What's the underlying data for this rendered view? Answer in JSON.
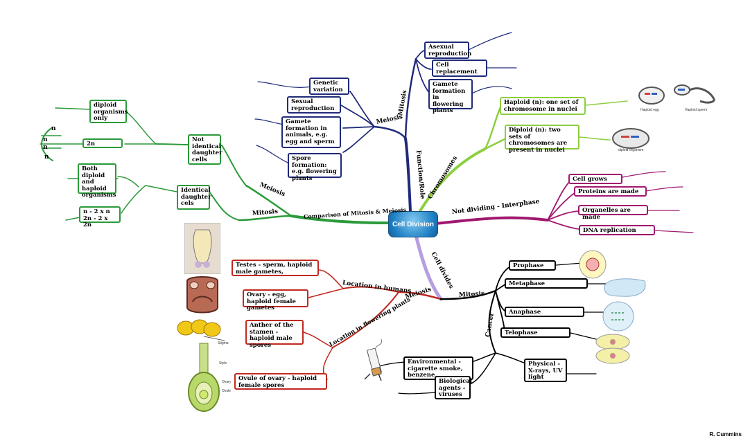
{
  "center": "Cell Division",
  "branches": {
    "comparison": "Comparison of Mitosis & Meiosis",
    "meiosis_left": "Meiosis",
    "mitosis_left": "Mitosis",
    "meiosis_top": "Meiosis",
    "function_role": "Function/Role",
    "mitosis_top": "Mitosis",
    "chromosomes": "Chromosomes",
    "not_dividing": "Not dividing - Interphase",
    "cell_divides": "Cell divides",
    "meiosis_bottom": "Meiosis",
    "location_humans": "Location in humans",
    "location_plants": "Location in flowering plants",
    "mitosis_bottom": "Mitosis",
    "cancer": "Cancer"
  },
  "boxes": {
    "diploid_only": "diploid organisms only",
    "two_n": "2n",
    "not_identical": "Not identical daughter cells",
    "both_diploid_haploid": "Both diploid and haploid organisms",
    "n_formula": "n - 2 x n\n2n - 2 x 2n",
    "identical": "Identical daughter cels",
    "genetic_variation": "Genetic variation",
    "sexual_reproduction": "Sexual reproduction",
    "gamete_formation_animals": "Gamete formation in animals, e.g. egg and sperm",
    "spore_formation": "Spore formation: e.g. flowering plants",
    "asexual_reproduction": "Asexual reproduction",
    "cell_replacement": "Cell replacement",
    "gamete_formation_plants": "Gamete formation in flowering plants",
    "haploid": "Haploid (n): one set of chromosome in nuclei",
    "diploid": "Diploid (n): two sets of chromosomes are present in nuclei",
    "cell_grows": "Cell grows",
    "proteins_made": "Proteins are made",
    "organelles_made": "Organelles are made",
    "dna_replication": "DNA replication",
    "testes": "Testes - sperm, haploid male gametes,",
    "ovary_egg": "Ovary - egg, haploid female gametes",
    "anther": "Anther of the stamen - haploid male spores",
    "ovule": "Ovule of ovary - haploid female spores",
    "prophase": "Prophase",
    "metaphase": "Metaphase",
    "anaphase": "Anaphase",
    "telophase": "Telophase",
    "environmental": "Environmental - cigarette smoke, benzene",
    "biological": "Biological agents - viruses",
    "physical": "Physical - X-rays, UV light"
  },
  "left_n_labels": [
    "n",
    "n",
    "n",
    "n"
  ],
  "image_captions": {
    "haploid_egg": "Haploid egg",
    "haploid_sperm": "Haploid sperm",
    "diploid_organism": "diploid organism",
    "stigma": "Stigma",
    "style": "Style",
    "ovary": "Ovary",
    "ovule": "Ovule"
  },
  "credit": "R. Cummins",
  "colors": {
    "green": "#2a9a3a",
    "navy": "#1f2a7a",
    "lime": "#8ccf3f",
    "purple": "#a0186f",
    "red": "#c0281f",
    "lavender": "#b69ee0",
    "center": "#1e7fc4"
  }
}
